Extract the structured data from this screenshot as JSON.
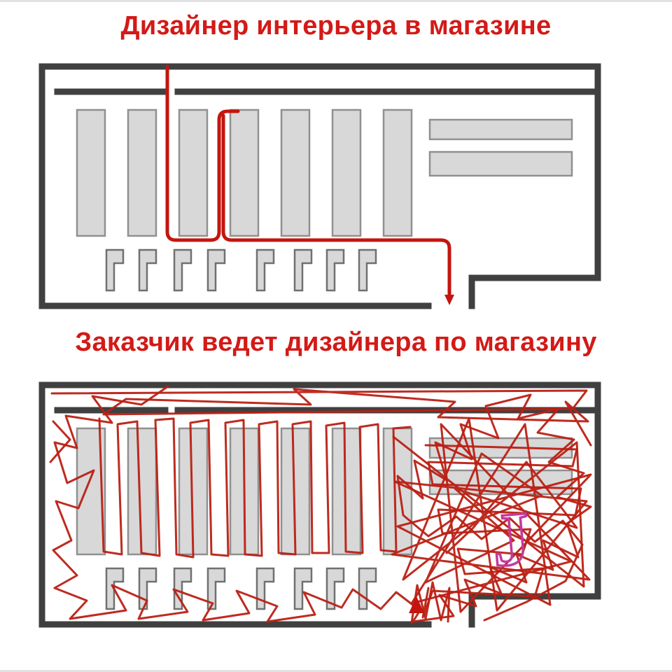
{
  "titles": {
    "top": "Дизайнер интерьера в магазине",
    "bottom": "Заказчик ведет дизайнера по магазину"
  },
  "marks": {
    "j": "J"
  },
  "colors": {
    "background": "#ffffff",
    "title_red": "#d31a17",
    "wall": "#404040",
    "shelf_fill": "#d8d8d8",
    "shelf_stroke": "#909090",
    "fixture_stroke": "#707070",
    "route_red": "#c4150f",
    "chaos_red": "#bb2014",
    "j_magenta": "#c23a9c"
  }
}
